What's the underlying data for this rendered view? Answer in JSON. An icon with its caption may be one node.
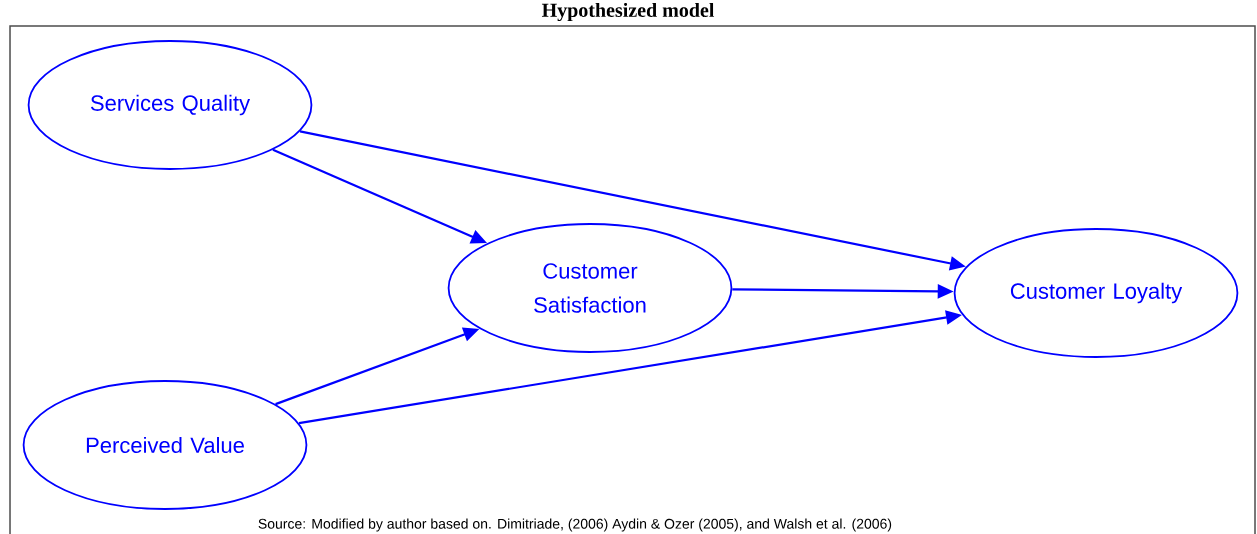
{
  "diagram": {
    "title": "Hypothesized model",
    "caption": "Source: Modified by author based on. Dimitriade, (2006) Aydin & Ozer (2005), and Walsh et al. (2006)",
    "nodes": [
      {
        "text": [
          "Services Quality"
        ]
      },
      {
        "text": [
          "Customer Satisfaction"
        ]
      },
      {
        "text": [
          "Customer Loyalty"
        ]
      },
      {
        "text": [
          "Perceived Value"
        ]
      }
    ],
    "edges": [
      {
        "from": 0,
        "to": 1,
        "arrow": "to"
      },
      {
        "from": 0,
        "to": 2,
        "arrow": "to"
      },
      {
        "from": 1,
        "to": 2,
        "arrow": "to"
      },
      {
        "from": 3,
        "to": 1,
        "arrow": "to"
      },
      {
        "from": 3,
        "to": 2,
        "arrow": "to"
      }
    ]
  }
}
